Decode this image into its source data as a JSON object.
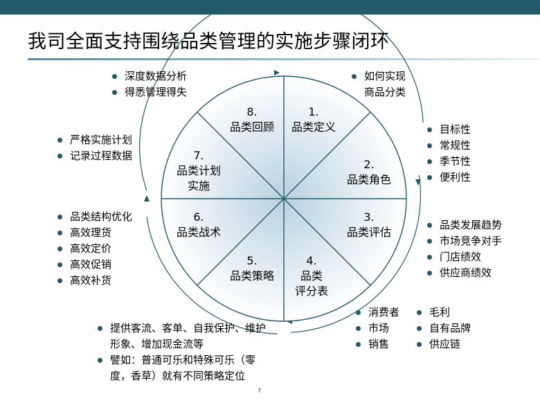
{
  "title": "我司全面支持围绕品类管理的实施步骤闭环",
  "page_number": "7",
  "colors": {
    "topbar": "#215968",
    "accent": "#215968",
    "wheel_fill_center": "#b9d1df",
    "wheel_fill_edge": "#ffffff"
  },
  "segments": [
    {
      "num": "1.",
      "lines": [
        "品类定义"
      ]
    },
    {
      "num": "2.",
      "lines": [
        "品类角色"
      ]
    },
    {
      "num": "3.",
      "lines": [
        "品类评估"
      ]
    },
    {
      "num": "4.",
      "lines": [
        "品类",
        "评分表"
      ]
    },
    {
      "num": "5.",
      "lines": [
        "品类策略"
      ]
    },
    {
      "num": "6.",
      "lines": [
        "品类战术"
      ]
    },
    {
      "num": "7.",
      "lines": [
        "品类计划",
        "实施"
      ]
    },
    {
      "num": "8.",
      "lines": [
        "品类回顾"
      ]
    }
  ],
  "notes": {
    "top_left": [
      "深度数据分析",
      "得悉管理得失"
    ],
    "top_right": [
      "如何实现\n商品分类"
    ],
    "left_upper": [
      "严格实施计划",
      "记录过程数据"
    ],
    "left_lower": [
      "品类结构优化",
      "高效理货",
      "高效定价",
      "高效促销",
      "高效补货"
    ],
    "right_upper": [
      "目标性",
      "常规性",
      "季节性",
      "便利性"
    ],
    "right_lower": [
      "品类发展趋势",
      "市场竞争对手",
      "门店绩效",
      "供应商绩效"
    ],
    "bottom_right_col1": [
      "消费者",
      "市场",
      "销售"
    ],
    "bottom_right_col2": [
      "毛利",
      "自有品牌",
      "供应链"
    ],
    "bottom_left": [
      "提供客流、客单、自我保护、维护形象、增加现金流等",
      "譬如：普通可乐和特殊可乐（零度，香草）就有不同策略定位"
    ]
  }
}
